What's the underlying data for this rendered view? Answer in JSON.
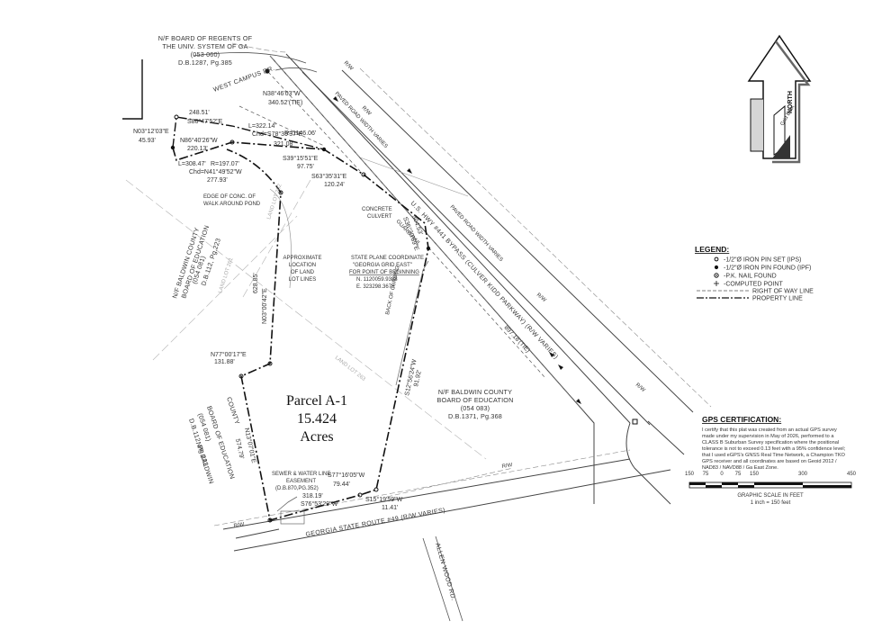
{
  "labels": {
    "nf_regents": [
      "N/F BOARD OF REGENTS OF",
      "THE UNIV. SYSTEM OF GA",
      "(053 060)",
      "D.B.1287, Pg.385"
    ],
    "west_campus": "WEST CAMPUS DR.",
    "rw": "R/W",
    "c1_bearing": "N38°46'03\"W",
    "c1_dist": "340.52'(TIE)",
    "c2_dist": "248.51'",
    "c2_bearing": "S86°47'52\"E",
    "c3_curve_l": "L=322.14'",
    "c3_curve_r": "R=1146.06'",
    "c3_chd": "Chd=S78°39'37\"E",
    "c3_chd_dist": "321.08'",
    "c4_bearing": "N03°12'03\"E",
    "c4_dist": "45.93'",
    "c5_bearing": "N86°40'26\"W",
    "c5_dist": "220.13'",
    "c6_bearing": "S39°15'51\"E",
    "c6_dist": "97.75'",
    "c7_curve_l": "L=308.47'",
    "c7_curve_r": "R=197.07'",
    "c7_chd": "Chd=N41°49'52\"W",
    "c7_chd_dist": "277.93'",
    "c8_bearing": "S63°35'31\"E",
    "c8_dist": "120.24'",
    "edge_pond": [
      "EDGE OF CONC. OF",
      "WALK AROUND POND"
    ],
    "paved_road_1": "PAVED ROAD WIDTH VARIES",
    "paved_road_2": "PAVED ROAD WIDTH VARIES",
    "concrete_culvert": [
      "CONCRETE",
      "CULVERT"
    ],
    "guard_rail": "GUARD RAIL",
    "hwy": "U.S. HWY #441 BYPASS (CULVER KIDD PARKWAY) (R/W VARIES)",
    "c9_bearing": "S36°39'59\"E",
    "c9_dist": "304.53'",
    "approx_loc": [
      "APPROXIMATE",
      "LOCATION",
      "OF LAND",
      "LOT LINES"
    ],
    "state_plane": [
      "STATE PLANE COORDINATE",
      "\"GEORGIA GRID EAST\"",
      "FOR POINT OF BEGINNING",
      "N. 1120059.9388",
      "E. 323298.3678"
    ],
    "nf_baldwin_left": [
      "N/F BALDWIN COUNTY",
      "BOARD OF EDUCATION",
      "(054 081)",
      "D.B.112, Pg.223"
    ],
    "c10_bearing": "N03°00'42\"E",
    "c10_dist": "628.85'",
    "c11_bearing": "N77°00'17\"E",
    "c11_dist": "131.88'",
    "back_curbing": "BACK OF CURBING",
    "c12_dist": "897.18'(TIE)",
    "parcel_name": "Parcel A-1",
    "parcel_acres": "15.424",
    "parcel_unit": "Acres",
    "nf_baldwin_right": [
      "N/F BALDWIN COUNTY",
      "BOARD OF EDUCATION",
      "(054 083)",
      "D.B.1371, Pg.368"
    ],
    "c13_bearing": "S12°56'24\"W",
    "c13_dist": "91.92'",
    "nf_baldwin_left2": [
      "N/F BALDWIN",
      "COUNTY",
      "BOARD OF EDUCATION",
      "(054 081)",
      "D.B.112, Pg.223"
    ],
    "c14_bearing": "N13°07'01\"E",
    "c14_dist": "574.79'",
    "sewer": [
      "SEWER & WATER LINE",
      "EASEMENT",
      "(D.B.870,PG.352)"
    ],
    "c15_bearing": "S77°16'05\"W",
    "c15_dist": "79.44'",
    "c16_dist": "318.19'",
    "c16_bearing": "S76°53'29\"W",
    "c17_bearing": "S15°19'59\"W",
    "c17_dist": "11.41'",
    "ga_route": "GEORGIA STATE ROUTE #49 (R/W VARIES)",
    "allen_wood": "ALLEN WOOD RD.",
    "land_lot_1": "LAND LOT 261",
    "land_lot_2": "LAND LOT 262",
    "land_lot_3": "LAND LOT 263"
  },
  "north": {
    "label": "NORTH",
    "grid": "Grid East"
  },
  "legend": {
    "title": "LEGEND:",
    "items": [
      "-1/2\"Ø IRON PIN SET (IPS)",
      "-1/2\"Ø IRON PIN FOUND (IPF)",
      "-P.K. NAIL FOUND",
      "-COMPUTED POINT",
      "RIGHT OF WAY LINE",
      "PROPERTY LINE"
    ]
  },
  "gps": {
    "title": "GPS CERTIFICATION:",
    "lines": [
      "I certify that this plat was created from an actual GPS survey",
      "made under my supervision in May of 2026, performed to a",
      "CLASS B Suburban Survey specification where the positional",
      "tolerance is not to exceed 0.13 feet with a 95% confidence level;",
      "that I used eGPS's GNSS Real Time Network, a Champion TKO",
      "GPS receiver and all coordinates are based on Geoid 2012 /",
      "NAD83 / NAVD88 / Ga East Zone."
    ]
  },
  "scale": {
    "ticks": [
      "150",
      "75",
      "0",
      "75",
      "150",
      "300",
      "450"
    ],
    "title": "GRAPHIC SCALE IN FEET",
    "ratio": "1 inch = 150 feet"
  }
}
